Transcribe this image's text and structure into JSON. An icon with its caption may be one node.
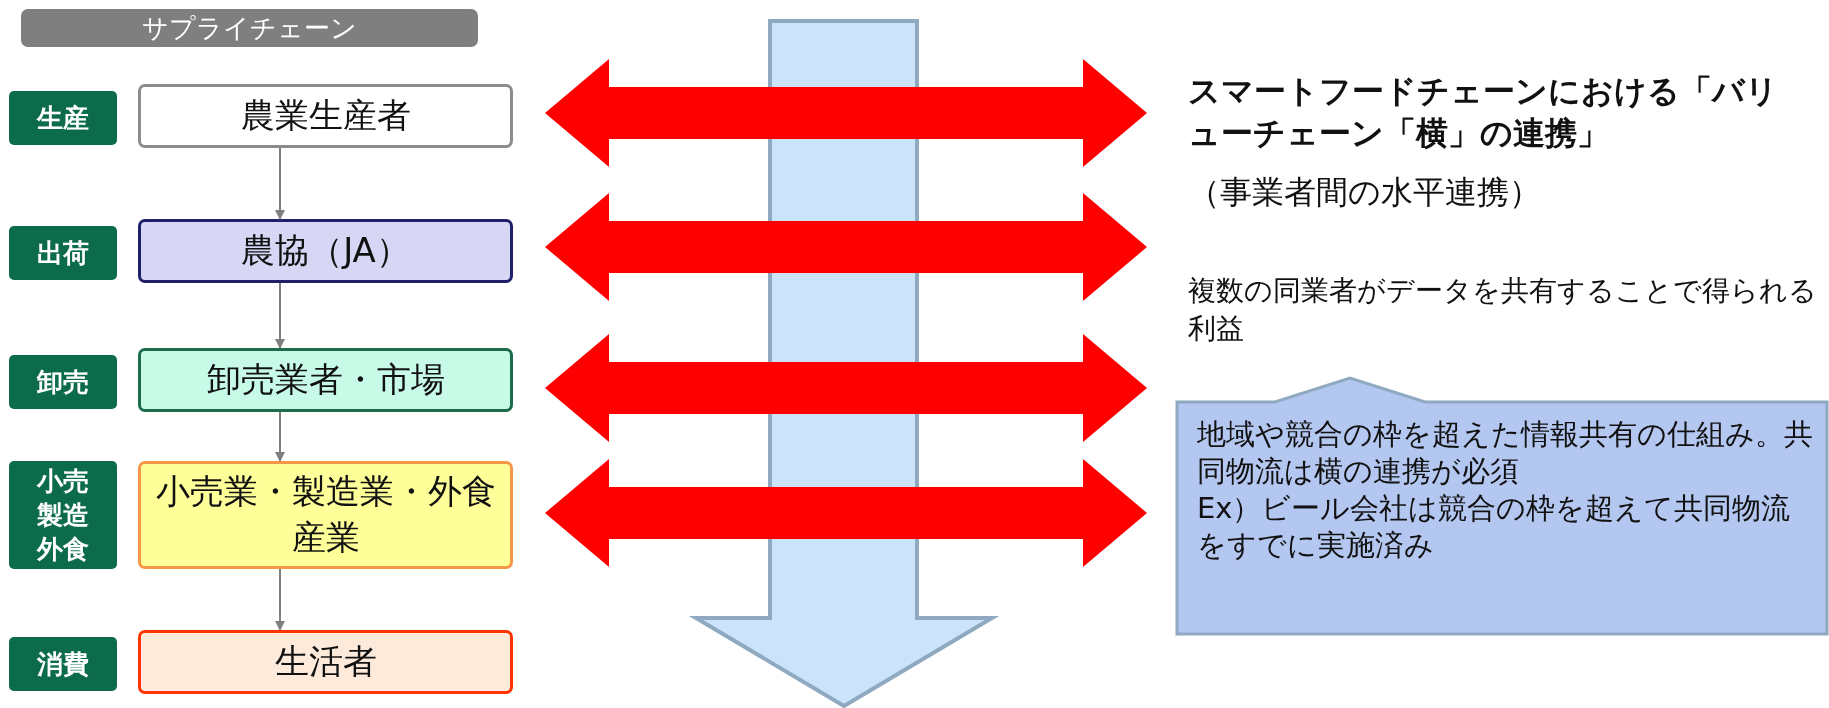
{
  "diagram": {
    "nodes": [
      {
        "text": [
          "サプライチェーン"
        ]
      },
      {
        "text": [
          "生産"
        ]
      },
      {
        "text": [
          "農業生産者"
        ]
      },
      {
        "text": [
          "出荷"
        ]
      },
      {
        "text": [
          "農協（JA）"
        ]
      },
      {
        "text": [
          "卸売"
        ]
      },
      {
        "text": [
          "卸売業者・市場"
        ]
      },
      {
        "text": [
          "小売製造外食"
        ]
      },
      {
        "text": [
          "小売業・製造業・外食産業"
        ]
      },
      {
        "text": [
          "消費"
        ]
      },
      {
        "text": [
          "生活者"
        ]
      },
      {
        "text": [
          "地域や競合の枠を超えた情報共有の仕組み。共同物流は横の連携が必須",
          "Ex）ビール会社は競合の枠を超えて共同物流をすでに実施済み"
        ]
      }
    ],
    "edges": [
      {
        "from": 2,
        "to": 4,
        "arrow": "to"
      },
      {
        "from": 4,
        "to": 6,
        "arrow": "to"
      },
      {
        "from": 6,
        "to": 8,
        "arrow": "to"
      },
      {
        "from": 8,
        "to": 10,
        "arrow": "to"
      }
    ],
    "labels": [
      "スマートフードチェーンにおける「バリューチェーン「横」の連携」",
      "（事業者間の水平連携）",
      "複数の同業者がデータを共有することで得られる利益"
    ]
  }
}
